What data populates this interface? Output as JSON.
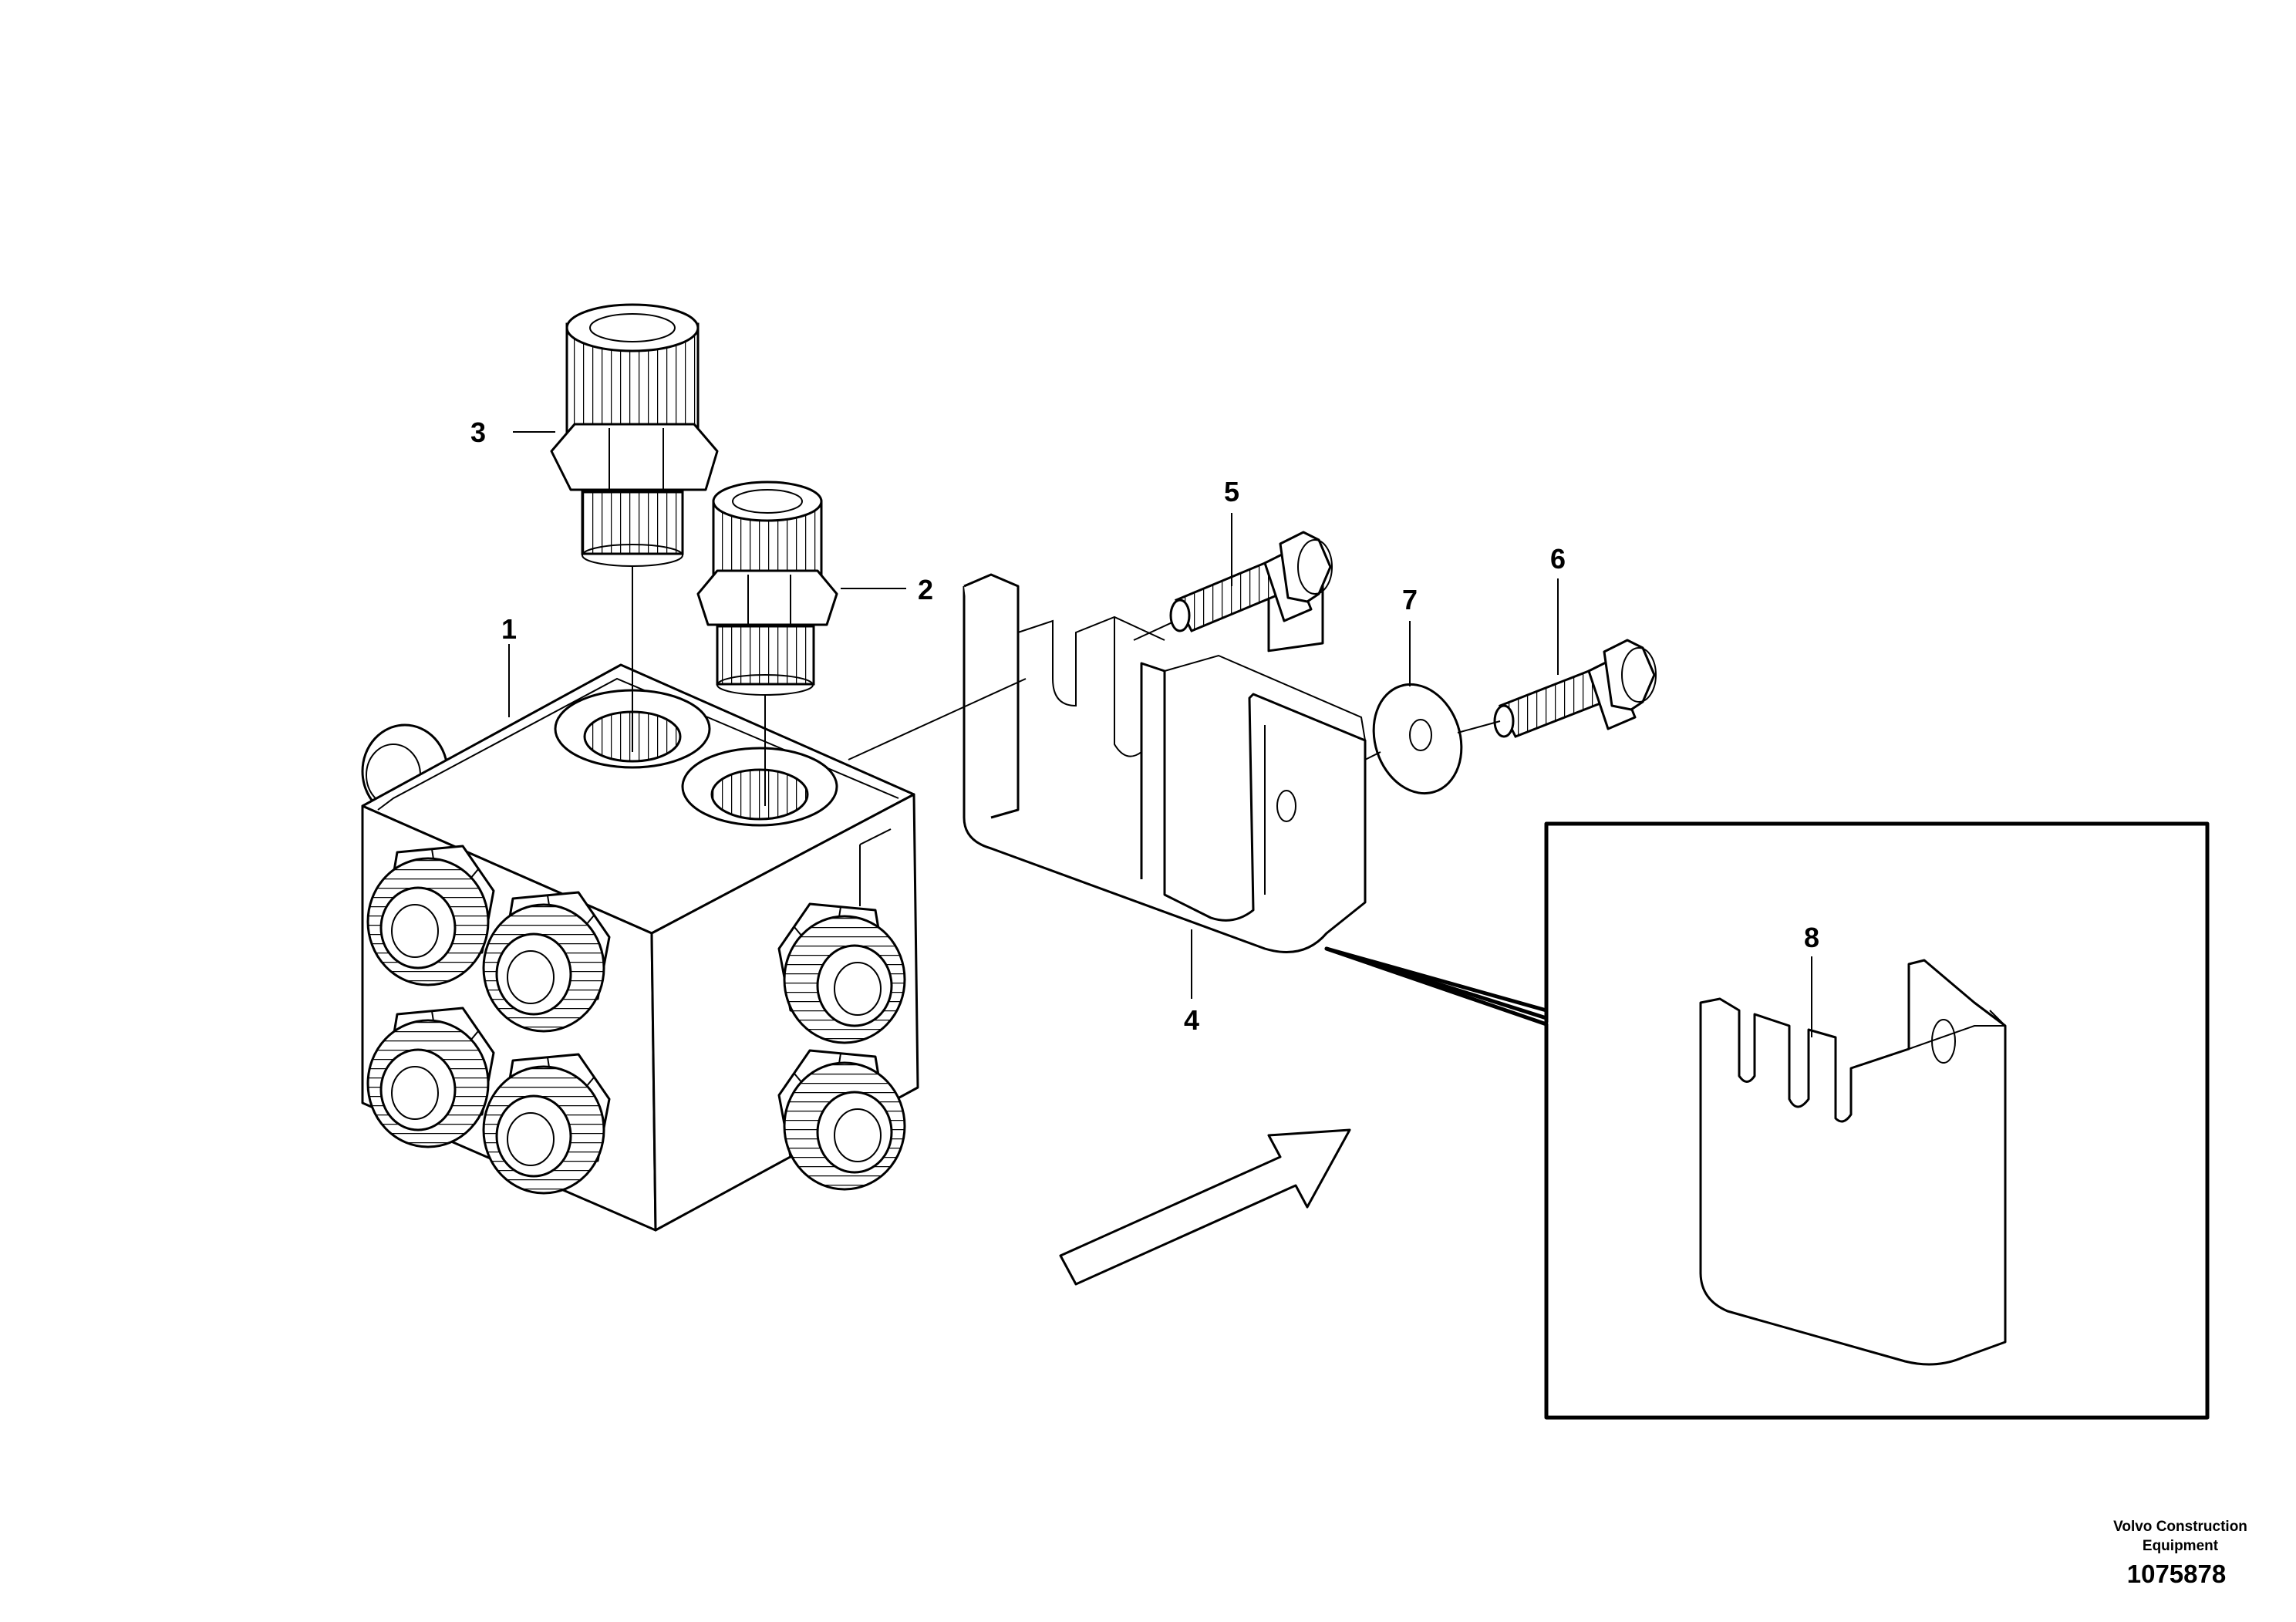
{
  "callouts": {
    "c1": "1",
    "c2": "2",
    "c3": "3",
    "c4": "4",
    "c5": "5",
    "c6": "6",
    "c7": "7",
    "c8": "8"
  },
  "footer": {
    "brand_line1": "Volvo Construction",
    "brand_line2": "Equipment",
    "doc_number": "1075878"
  },
  "icons": {
    "direction": "view-direction-arrow-icon"
  }
}
